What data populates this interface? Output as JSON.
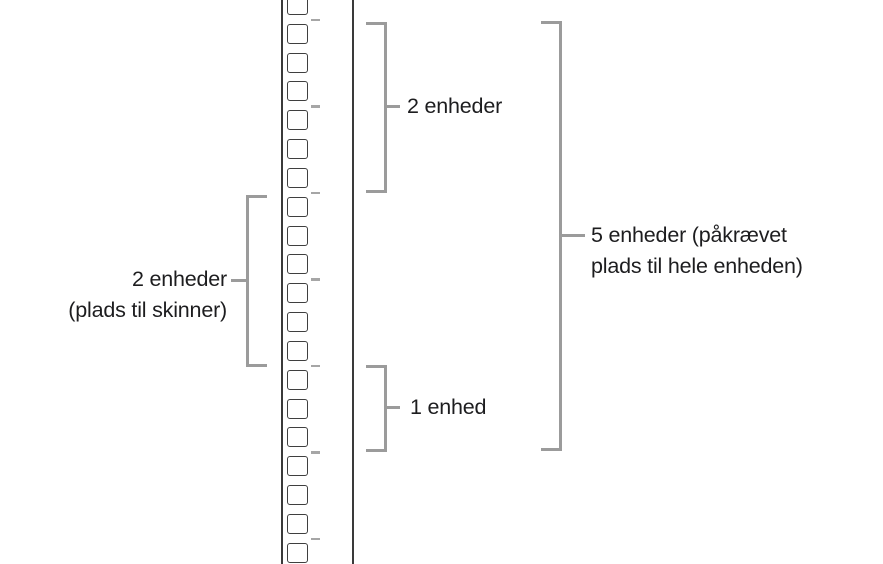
{
  "diagram": {
    "labels": {
      "rails": {
        "line1": "2 enheder",
        "line2": "(plads til skinner)"
      },
      "two_units": "2 enheder",
      "one_unit": "1 enhed",
      "five_units": {
        "line1": "5 enheder (påkrævet",
        "line2": "plads til hele enheden)"
      }
    },
    "rack": {
      "hole_count": 20,
      "unit_tick_count": 7,
      "holes_per_unit": 3
    },
    "colors": {
      "background": "#ffffff",
      "bracket": "#9b9b9b",
      "rail_line": "#3a3a3a",
      "hole_border": "#3f3f3f",
      "unit_tick": "#a6a6a6",
      "text": "#1d1d1f"
    }
  }
}
